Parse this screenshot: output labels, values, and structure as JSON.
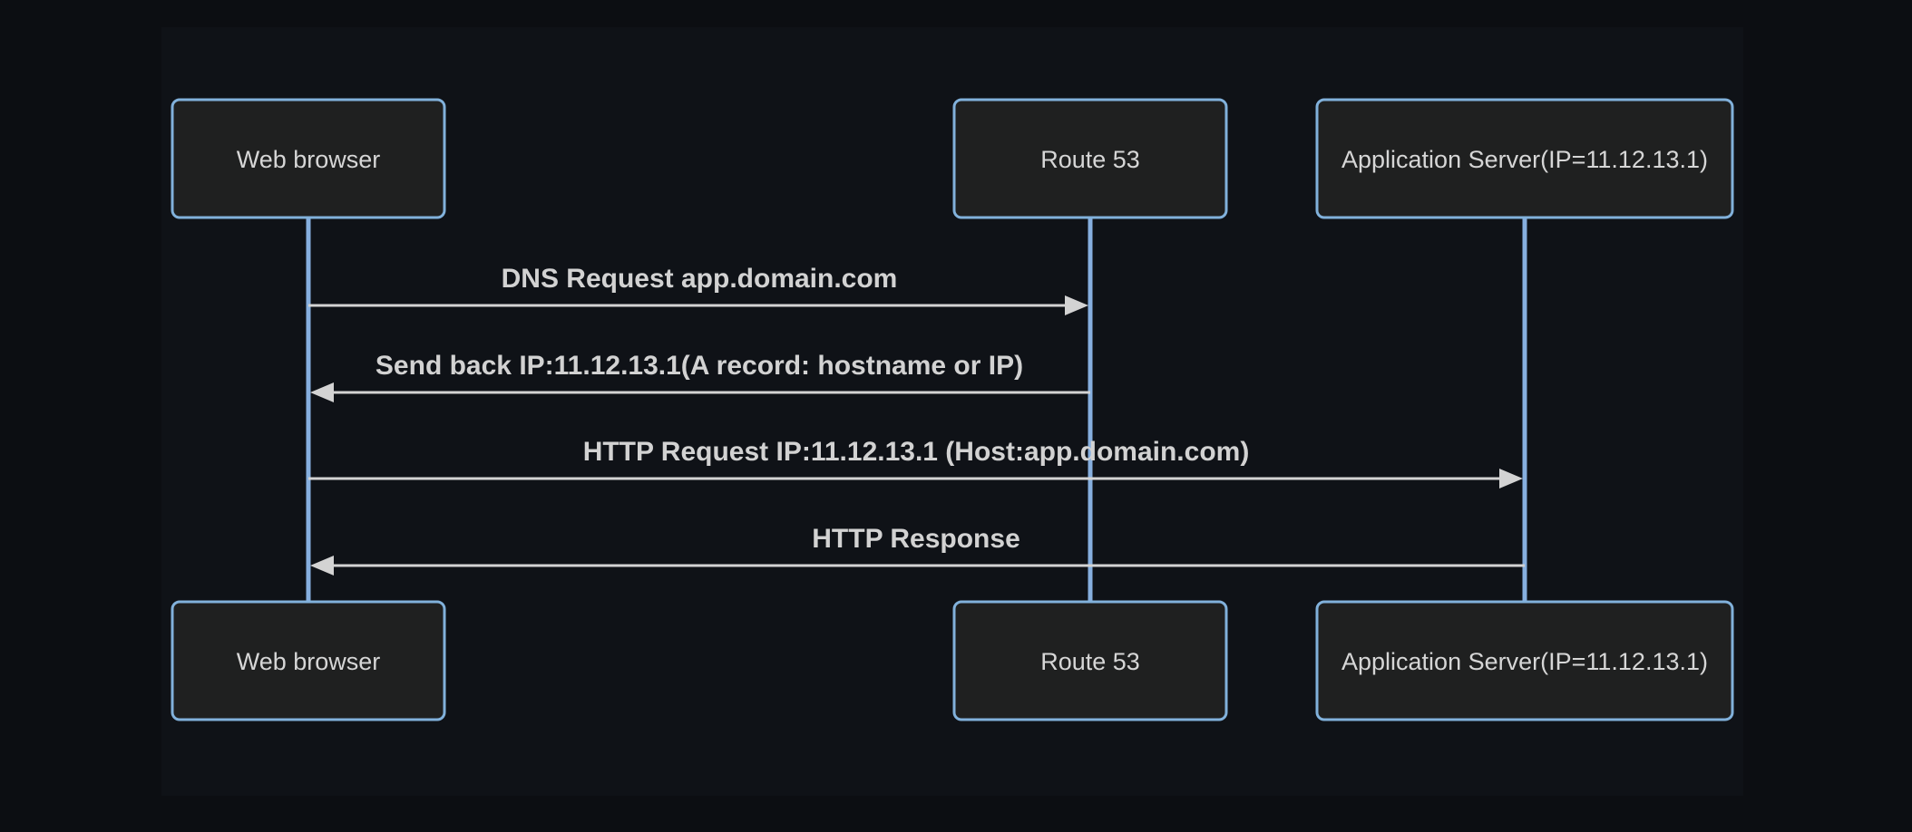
{
  "diagram": {
    "type": "sequence-diagram",
    "actors": [
      {
        "id": "web-browser",
        "label": "Web browser"
      },
      {
        "id": "route-53",
        "label": "Route 53"
      },
      {
        "id": "application-server",
        "label": "Application Server(IP=11.12.13.1)"
      }
    ],
    "messages": [
      {
        "from": "web-browser",
        "to": "route-53",
        "direction": "right",
        "label": "DNS Request app.domain.com"
      },
      {
        "from": "route-53",
        "to": "web-browser",
        "direction": "left",
        "label": "Send back IP:11.12.13.1(A record: hostname or IP)"
      },
      {
        "from": "web-browser",
        "to": "application-server",
        "direction": "right",
        "label": "HTTP Request IP:11.12.13.1 (Host:app.domain.com)"
      },
      {
        "from": "application-server",
        "to": "web-browser",
        "direction": "left",
        "label": "HTTP Response"
      }
    ]
  },
  "colors": {
    "page_bg": "#0c0e12",
    "diagram_bg": "#0f1217",
    "actor_fill": "#1f2020",
    "actor_border": "#81b1db",
    "actor_text": "#d6d6d6",
    "lifeline": "#86afdf",
    "signal": "#d3d3d3",
    "signal_text": "#d2d2d2"
  }
}
